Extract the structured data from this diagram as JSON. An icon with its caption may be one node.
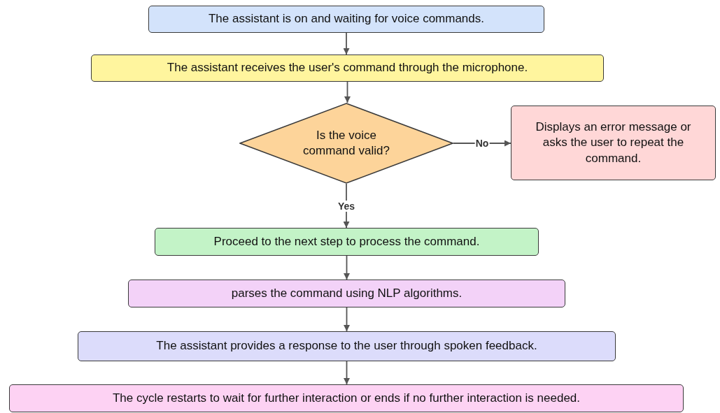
{
  "diagram": {
    "nodes": [
      {
        "text": [
          "The assistant is on and waiting for voice commands."
        ]
      },
      {
        "text": [
          "The assistant receives the user's command through the microphone."
        ]
      },
      {
        "text": [
          "Is the voice command valid?"
        ]
      },
      {
        "text": [
          "Displays an error message or asks the user to repeat the command."
        ]
      },
      {
        "text": [
          "Proceed to the next step to process the command."
        ]
      },
      {
        "text": [
          "parses the command using NLP algorithms."
        ]
      },
      {
        "text": [
          "The assistant provides a response to the user through spoken feedback."
        ]
      },
      {
        "text": [
          "The cycle restarts to wait for further interaction or ends if no further interaction is needed."
        ]
      }
    ],
    "edges": [
      {
        "from": 0,
        "to": 1,
        "arrow": "to"
      },
      {
        "from": 1,
        "to": 2,
        "arrow": "to"
      },
      {
        "from": 2,
        "to": 3,
        "arrow": "to",
        "label": "No"
      },
      {
        "from": 2,
        "to": 4,
        "arrow": "to",
        "label": "Yes"
      },
      {
        "from": 4,
        "to": 5,
        "arrow": "to"
      },
      {
        "from": 5,
        "to": 6,
        "arrow": "to"
      },
      {
        "from": 6,
        "to": 7,
        "arrow": "to"
      }
    ]
  }
}
